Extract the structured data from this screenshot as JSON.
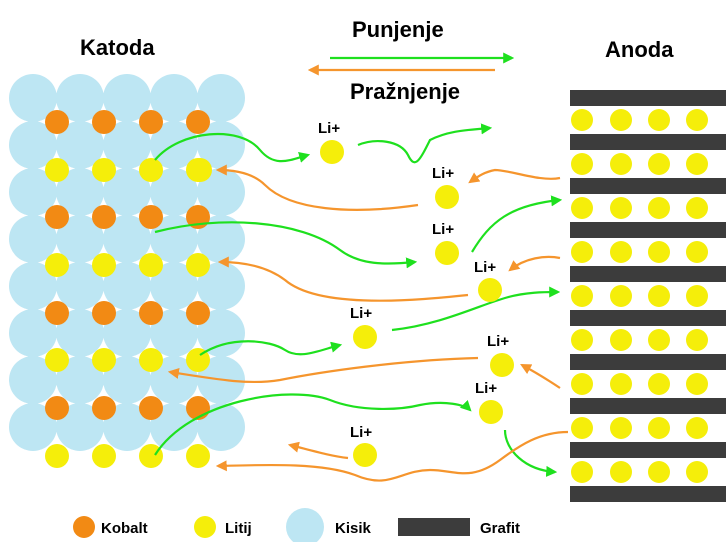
{
  "labels": {
    "cathode": "Katoda",
    "anode": "Anoda",
    "charging": "Punjenje",
    "discharging": "Pražnjenje",
    "ion": "Li+"
  },
  "legend": [
    {
      "label": "Kobalt",
      "shape": "circle",
      "color": "#f28a14"
    },
    {
      "label": "Litij",
      "shape": "circle",
      "color": "#f5ee0a"
    },
    {
      "label": "Kisik",
      "shape": "circle",
      "color": "#bde6f3"
    },
    {
      "label": "Grafit",
      "shape": "bar",
      "color": "#3c3c3c"
    }
  ],
  "colors": {
    "oxygen": "#bde6f3",
    "cobalt": "#f28a14",
    "lithium": "#f5ee0a",
    "graphite": "#3c3c3c",
    "charge_arrow": "#1ee01e",
    "discharge_arrow": "#f5952d"
  }
}
